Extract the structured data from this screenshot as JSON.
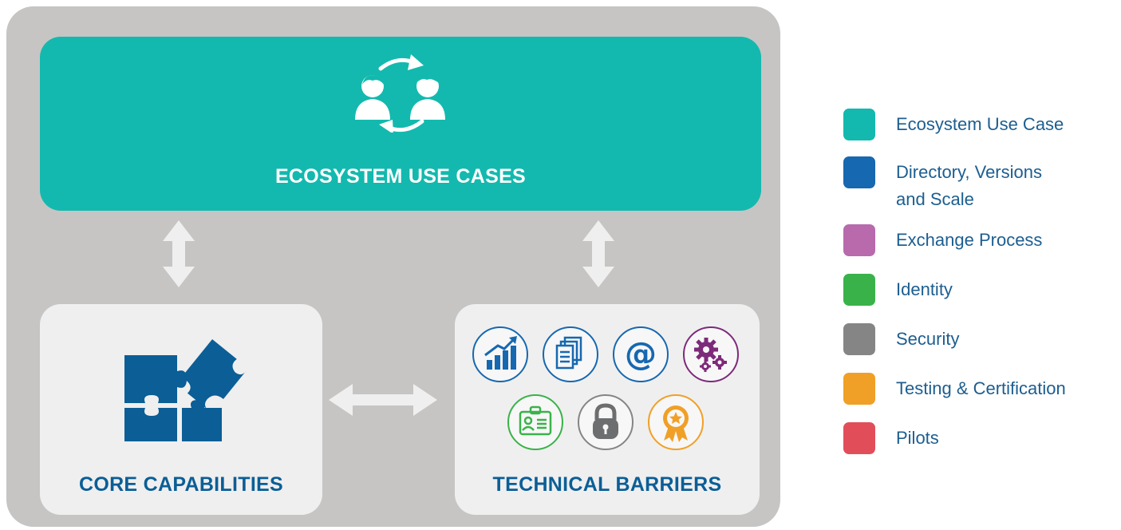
{
  "diagram": {
    "ecosystem_box": {
      "title": "ECOSYSTEM USE CASES"
    },
    "core_box": {
      "title": "CORE CAPABILITIES"
    },
    "technical_box": {
      "title": "TECHNICAL BARRIERS"
    },
    "technical_icons": [
      "chart-growth-icon",
      "documents-icon",
      "at-sign-icon",
      "gears-icon",
      "id-card-icon",
      "padlock-icon",
      "award-ribbon-icon"
    ],
    "colors": {
      "outer_panel": "#c6c5c4",
      "ecosystem_box": "#13b9ae",
      "inner_boxes": "#efefef",
      "title_text": "#0b5e96",
      "arrows": "#efefef"
    }
  },
  "legend": {
    "items": [
      {
        "label": "Ecosystem Use Case",
        "color": "#13b9ae"
      },
      {
        "label": "Directory, Versions and Scale",
        "color": "#1668b0"
      },
      {
        "label": "Exchange Process",
        "color": "#b86aad"
      },
      {
        "label": "Identity",
        "color": "#3ab24a"
      },
      {
        "label": "Security",
        "color": "#858585"
      },
      {
        "label": "Testing & Certification",
        "color": "#f0a027"
      },
      {
        "label": "Pilots",
        "color": "#e14e5a"
      }
    ]
  }
}
